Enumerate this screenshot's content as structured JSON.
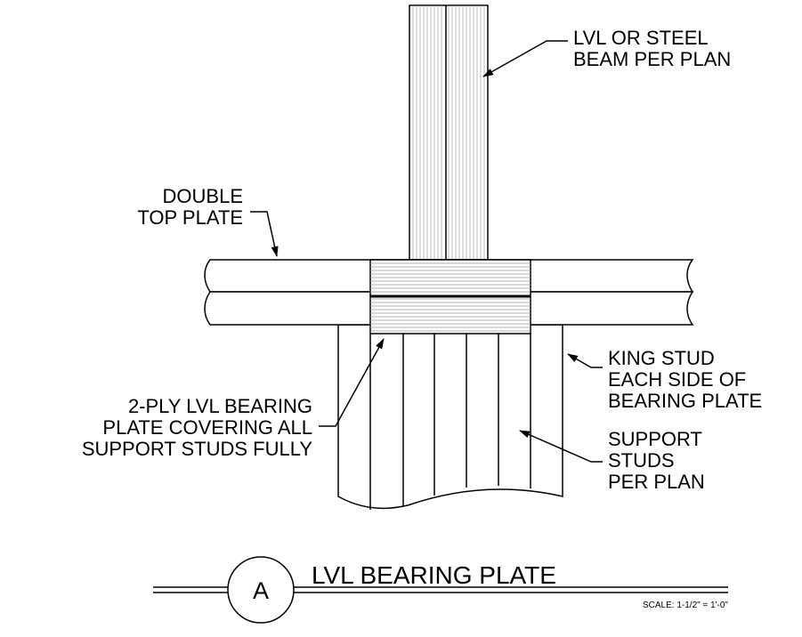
{
  "labels": {
    "beam_line1": "LVL OR STEEL",
    "beam_line2": "BEAM PER PLAN",
    "top_plate_line1": "DOUBLE",
    "top_plate_line2": "TOP PLATE",
    "king_stud_line1": "KING STUD",
    "king_stud_line2": "EACH SIDE OF",
    "king_stud_line3": "BEARING PLATE",
    "bearing_line1": "2-PLY LVL BEARING",
    "bearing_line2": "PLATE COVERING ALL",
    "bearing_line3": "SUPPORT STUDS FULLY",
    "support_line1": "SUPPORT",
    "support_line2": "STUDS",
    "support_line3": "PER PLAN"
  },
  "title_block": {
    "detail_letter": "A",
    "title": "LVL BEARING PLATE",
    "scale": "SCALE: 1-1/2\" = 1'-0\""
  },
  "colors": {
    "line": "#000000",
    "hatch": "#9a9a9a",
    "background": "#ffffff"
  }
}
